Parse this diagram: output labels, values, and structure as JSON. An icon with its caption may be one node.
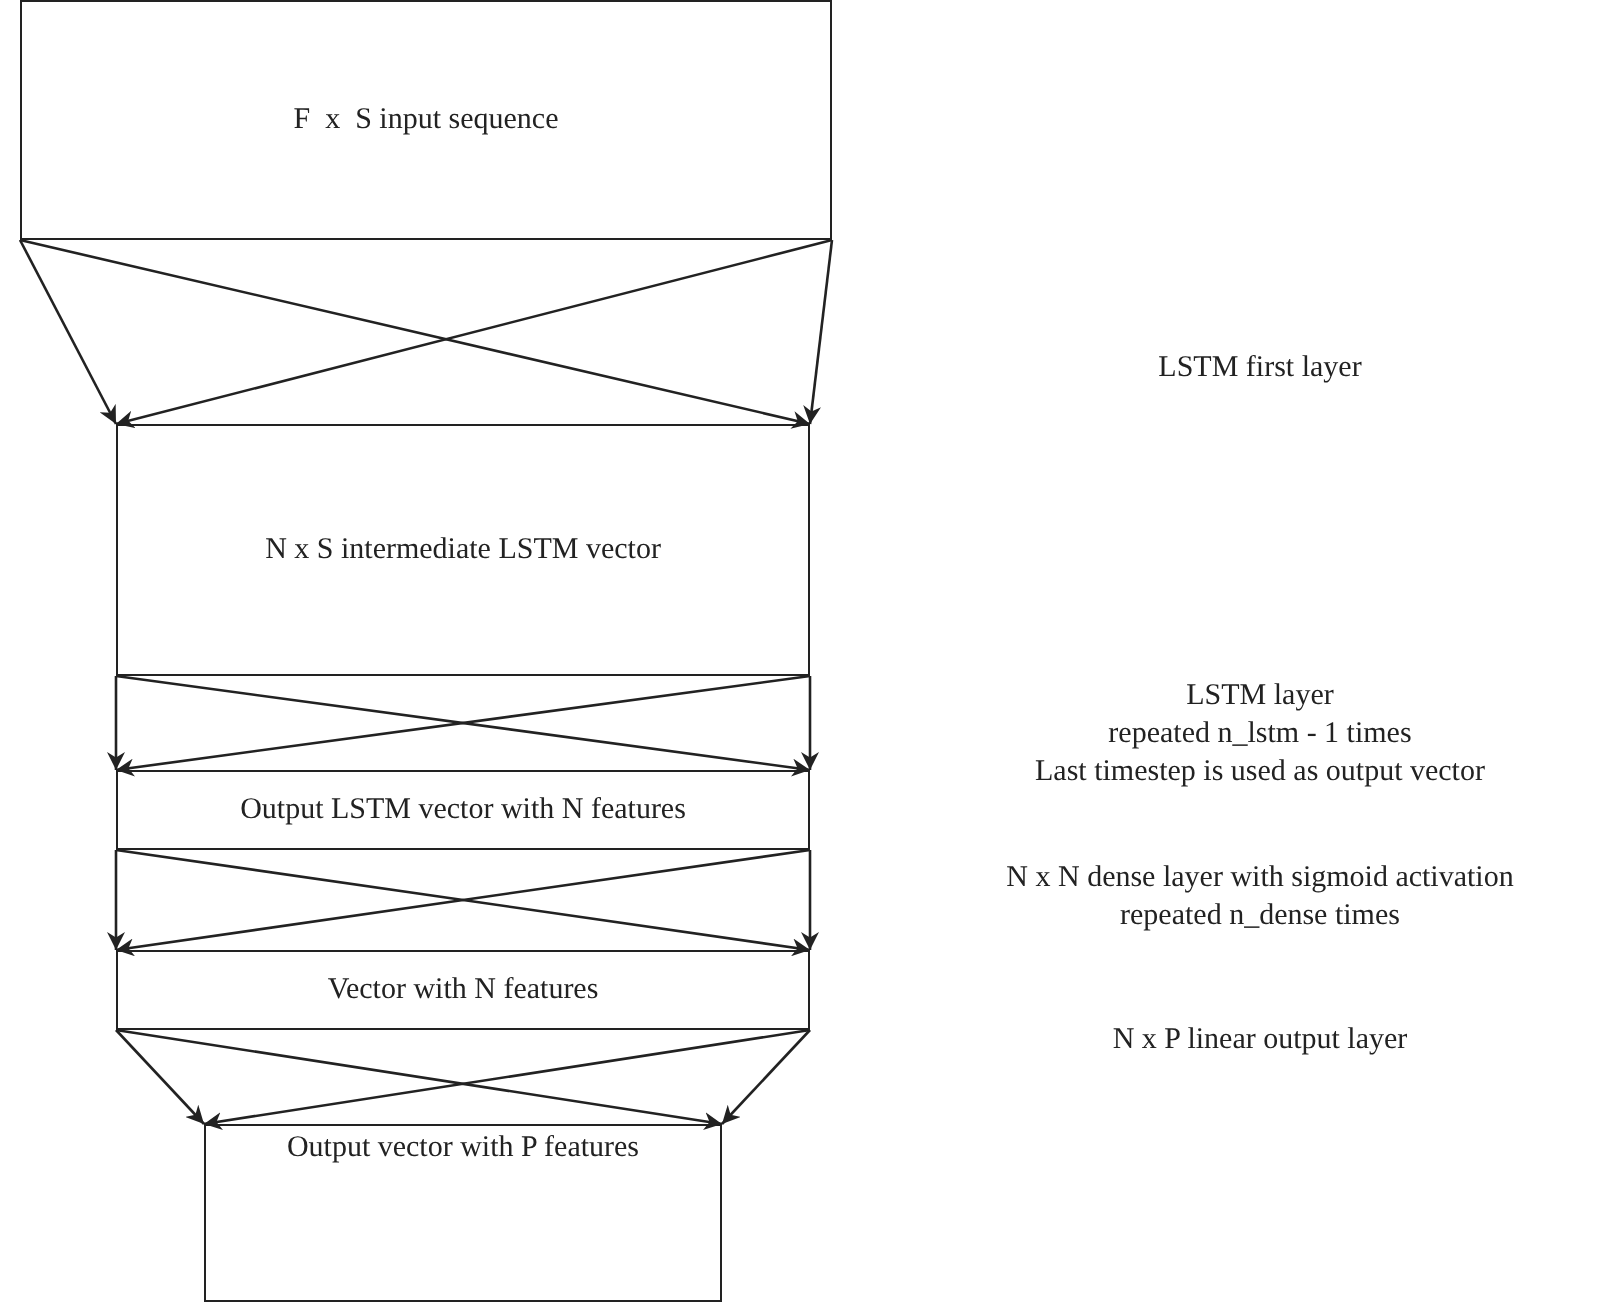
{
  "diagram": {
    "nodes": [
      {
        "text": [
          "F  x  S input sequence"
        ]
      },
      {
        "text": [
          "N x S intermediate LSTM vector"
        ]
      },
      {
        "text": [
          "Output LSTM vector with N features"
        ]
      },
      {
        "text": [
          "Vector with N features"
        ]
      },
      {
        "text": [
          "Output vector with P features"
        ]
      }
    ],
    "edges": [
      {
        "from": 0,
        "to": 1,
        "arrow": "to"
      },
      {
        "from": 0,
        "to": 1,
        "arrow": "to"
      },
      {
        "from": 0,
        "to": 1,
        "arrow": "to"
      },
      {
        "from": 0,
        "to": 1,
        "arrow": "to"
      },
      {
        "from": 1,
        "to": 2,
        "arrow": "to"
      },
      {
        "from": 1,
        "to": 2,
        "arrow": "to"
      },
      {
        "from": 1,
        "to": 2,
        "arrow": "to"
      },
      {
        "from": 1,
        "to": 2,
        "arrow": "to"
      },
      {
        "from": 2,
        "to": 3,
        "arrow": "to"
      },
      {
        "from": 2,
        "to": 3,
        "arrow": "to"
      },
      {
        "from": 2,
        "to": 3,
        "arrow": "to"
      },
      {
        "from": 2,
        "to": 3,
        "arrow": "to"
      },
      {
        "from": 3,
        "to": 4,
        "arrow": "to"
      },
      {
        "from": 3,
        "to": 4,
        "arrow": "to"
      },
      {
        "from": 3,
        "to": 4,
        "arrow": "to"
      },
      {
        "from": 3,
        "to": 4,
        "arrow": "to"
      }
    ],
    "labels": [
      "LSTM first layer",
      "LSTM layer",
      "repeated n_lstm - 1 times",
      "Last timestep is used as output vector",
      "N x N dense layer with sigmoid activation",
      "repeated n_dense times",
      "N x P linear output layer"
    ]
  }
}
